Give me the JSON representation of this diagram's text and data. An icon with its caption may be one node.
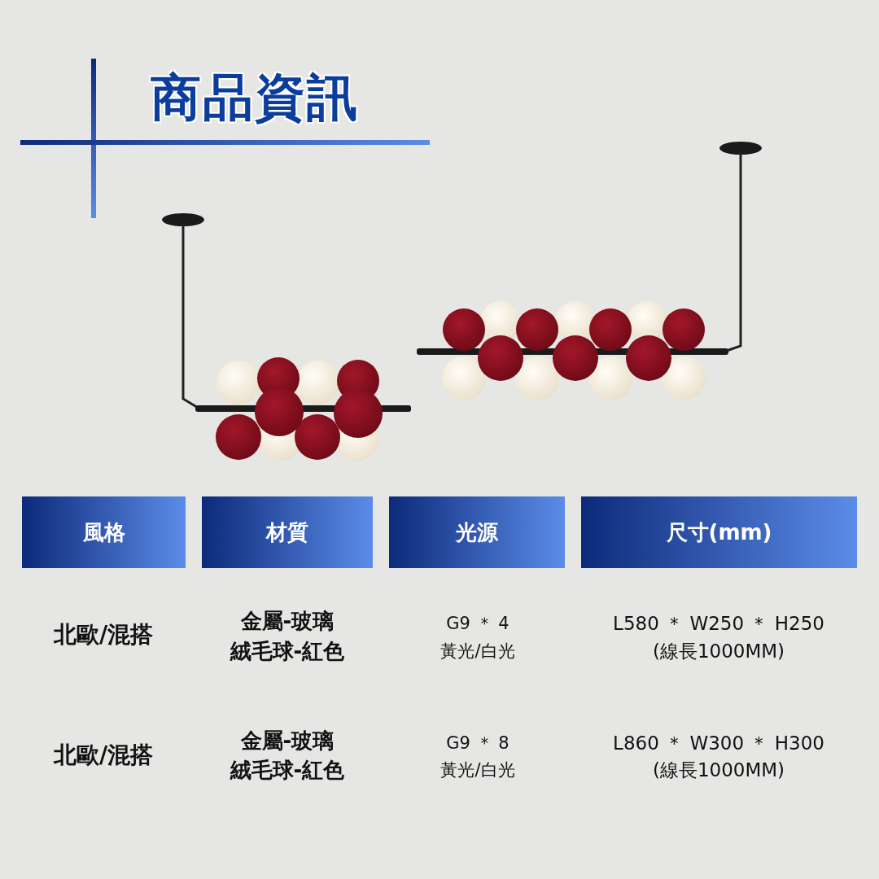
{
  "diagram": {
    "title": "商品資訊",
    "labels": [
      "風格",
      "材質",
      "光源",
      "尺寸(mm)",
      "北歐/混搭",
      "金屬-玻璃",
      "絨毛球-紅色",
      "G9 ＊ 4",
      "黃光/白光",
      "L580 ＊ W250 ＊ H250",
      "(線長1000MM)",
      "北歐/混搭",
      "金屬-玻璃",
      "絨毛球-紅色",
      "G9 ＊ 8",
      "黃光/白光",
      "L860 ＊ W300 ＊ H300",
      "(線長1000MM)"
    ]
  }
}
